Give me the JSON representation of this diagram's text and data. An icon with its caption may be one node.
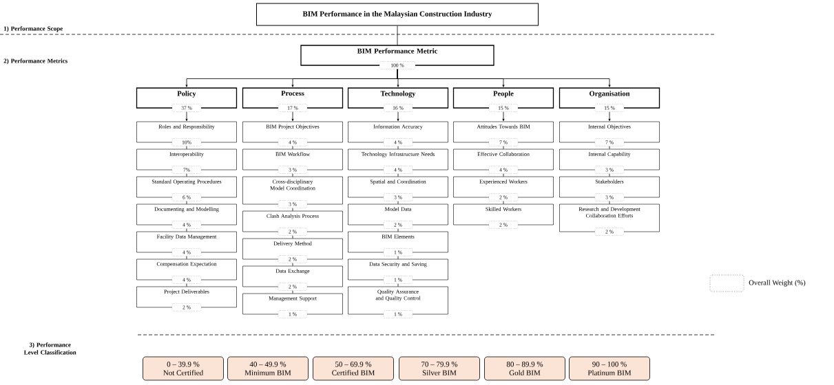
{
  "diagram": {
    "nodes": [
      {
        "text": [
          "BIM Performance in the Malaysian Construction Industry"
        ]
      },
      {
        "text": [
          "BIM Performance Metric",
          "100 %"
        ]
      },
      {
        "text": [
          "Policy",
          "37 %"
        ]
      },
      {
        "text": [
          "Process",
          "17 %"
        ]
      },
      {
        "text": [
          "Technology",
          "16 %"
        ]
      },
      {
        "text": [
          "People",
          "15 %"
        ]
      },
      {
        "text": [
          "Organisation",
          "15 %"
        ]
      },
      {
        "text": [
          "Roles and Responsibility",
          "10%"
        ]
      },
      {
        "text": [
          "Interoperability",
          "7%"
        ]
      },
      {
        "text": [
          "Standard Operating Procedures",
          "6 %"
        ]
      },
      {
        "text": [
          "Documenting and Modelling",
          "4 %"
        ]
      },
      {
        "text": [
          "Facility Data Management",
          "4 %"
        ]
      },
      {
        "text": [
          "Compensation Expectation",
          "4 %"
        ]
      },
      {
        "text": [
          "Project Deliverables",
          "2 %"
        ]
      },
      {
        "text": [
          "BIM Project Objectives",
          "4 %"
        ]
      },
      {
        "text": [
          "BIM Workflow",
          "3 %"
        ]
      },
      {
        "text": [
          "Cross-disciplinary Model Coordination",
          "3 %"
        ]
      },
      {
        "text": [
          "Clash Analysis Process",
          "2 %"
        ]
      },
      {
        "text": [
          "Delivery Method",
          "2 %"
        ]
      },
      {
        "text": [
          "Data Exchange",
          "2 %"
        ]
      },
      {
        "text": [
          "Management Support",
          "1 %"
        ]
      },
      {
        "text": [
          "Information Accuracy",
          "4 %"
        ]
      },
      {
        "text": [
          "Technology Infrastructure Needs",
          "4 %"
        ]
      },
      {
        "text": [
          "Spatial and Coordination",
          "3 %"
        ]
      },
      {
        "text": [
          "Model Data",
          "2 %"
        ]
      },
      {
        "text": [
          "BIM Elements",
          "1 %"
        ]
      },
      {
        "text": [
          "Data Security and Saving",
          "1 %"
        ]
      },
      {
        "text": [
          "Quality Assurance and Quality Control",
          "1 %"
        ]
      },
      {
        "text": [
          "Attitudes Towards BIM",
          "7 %"
        ]
      },
      {
        "text": [
          "Effective Collaboration",
          "4 %"
        ]
      },
      {
        "text": [
          "Experienced Workers",
          "2 %"
        ]
      },
      {
        "text": [
          "Skilled Workers",
          "2 %"
        ]
      },
      {
        "text": [
          "Internal Objectives",
          "7 %"
        ]
      },
      {
        "text": [
          "Internal Capability",
          "3 %"
        ]
      },
      {
        "text": [
          "Stakeholders",
          "3 %"
        ]
      },
      {
        "text": [
          "Research and Development Collaboration Efforts",
          "2 %"
        ]
      },
      {
        "text": [
          "0 – 39.9 %",
          "Not Certified"
        ]
      },
      {
        "text": [
          "40 – 49.9 %",
          "Minimum BIM"
        ]
      },
      {
        "text": [
          "50 – 69.9 %",
          "Certified BIM"
        ]
      },
      {
        "text": [
          "70 – 79.9 %",
          "Silver BIM"
        ]
      },
      {
        "text": [
          "80 – 89.9 %",
          "Gold BIM"
        ]
      },
      {
        "text": [
          "90 – 100 %",
          "Platinum BIM"
        ]
      }
    ],
    "edges": [
      {
        "from": 0,
        "to": 1,
        "arrow": "none"
      },
      {
        "from": 1,
        "to": 2,
        "arrow": "to"
      },
      {
        "from": 1,
        "to": 3,
        "arrow": "to"
      },
      {
        "from": 1,
        "to": 4,
        "arrow": "to"
      },
      {
        "from": 1,
        "to": 5,
        "arrow": "to"
      },
      {
        "from": 1,
        "to": 6,
        "arrow": "to"
      },
      {
        "from": 2,
        "to": 7,
        "arrow": "to"
      },
      {
        "from": 7,
        "to": 8,
        "arrow": "none"
      },
      {
        "from": 8,
        "to": 9,
        "arrow": "none"
      },
      {
        "from": 9,
        "to": 10,
        "arrow": "none"
      },
      {
        "from": 10,
        "to": 11,
        "arrow": "none"
      },
      {
        "from": 11,
        "to": 12,
        "arrow": "none"
      },
      {
        "from": 12,
        "to": 13,
        "arrow": "none"
      },
      {
        "from": 3,
        "to": 14,
        "arrow": "to"
      },
      {
        "from": 14,
        "to": 15,
        "arrow": "none"
      },
      {
        "from": 15,
        "to": 16,
        "arrow": "none"
      },
      {
        "from": 16,
        "to": 17,
        "arrow": "none"
      },
      {
        "from": 17,
        "to": 18,
        "arrow": "none"
      },
      {
        "from": 18,
        "to": 19,
        "arrow": "none"
      },
      {
        "from": 19,
        "to": 20,
        "arrow": "none"
      },
      {
        "from": 4,
        "to": 21,
        "arrow": "to"
      },
      {
        "from": 21,
        "to": 22,
        "arrow": "none"
      },
      {
        "from": 22,
        "to": 23,
        "arrow": "none"
      },
      {
        "from": 23,
        "to": 24,
        "arrow": "none"
      },
      {
        "from": 24,
        "to": 25,
        "arrow": "none"
      },
      {
        "from": 25,
        "to": 26,
        "arrow": "none"
      },
      {
        "from": 26,
        "to": 27,
        "arrow": "none"
      },
      {
        "from": 5,
        "to": 28,
        "arrow": "to"
      },
      {
        "from": 28,
        "to": 29,
        "arrow": "none"
      },
      {
        "from": 29,
        "to": 30,
        "arrow": "none"
      },
      {
        "from": 30,
        "to": 31,
        "arrow": "none"
      },
      {
        "from": 6,
        "to": 32,
        "arrow": "to"
      },
      {
        "from": 32,
        "to": 33,
        "arrow": "none"
      },
      {
        "from": 33,
        "to": 34,
        "arrow": "none"
      },
      {
        "from": 34,
        "to": 35,
        "arrow": "none"
      }
    ],
    "labels": [
      "1) Performance Scope",
      "2) Performance Metrics",
      "3) Performance Level Classification"
    ],
    "legend": [
      {
        "text": "Overall Weight (%)"
      }
    ]
  }
}
